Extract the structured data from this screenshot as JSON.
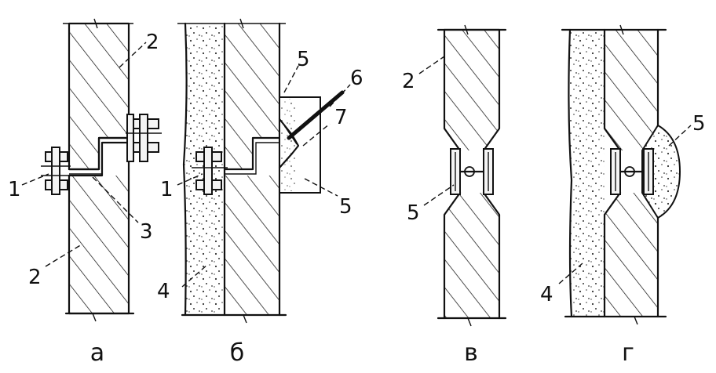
{
  "figures": [
    {
      "id": "a",
      "label": "а"
    },
    {
      "id": "b",
      "label": "б"
    },
    {
      "id": "v",
      "label": "в"
    },
    {
      "id": "g",
      "label": "г"
    }
  ],
  "callouts": {
    "a_2_top": "2",
    "a_1": "1",
    "a_3": "3",
    "a_2_bottom": "2",
    "b_5_top": "5",
    "b_6": "6",
    "b_7": "7",
    "b_5_right": "5",
    "b_1": "1",
    "b_4": "4",
    "v_2": "2",
    "v_5": "5",
    "g_5": "5",
    "g_4": "4"
  }
}
